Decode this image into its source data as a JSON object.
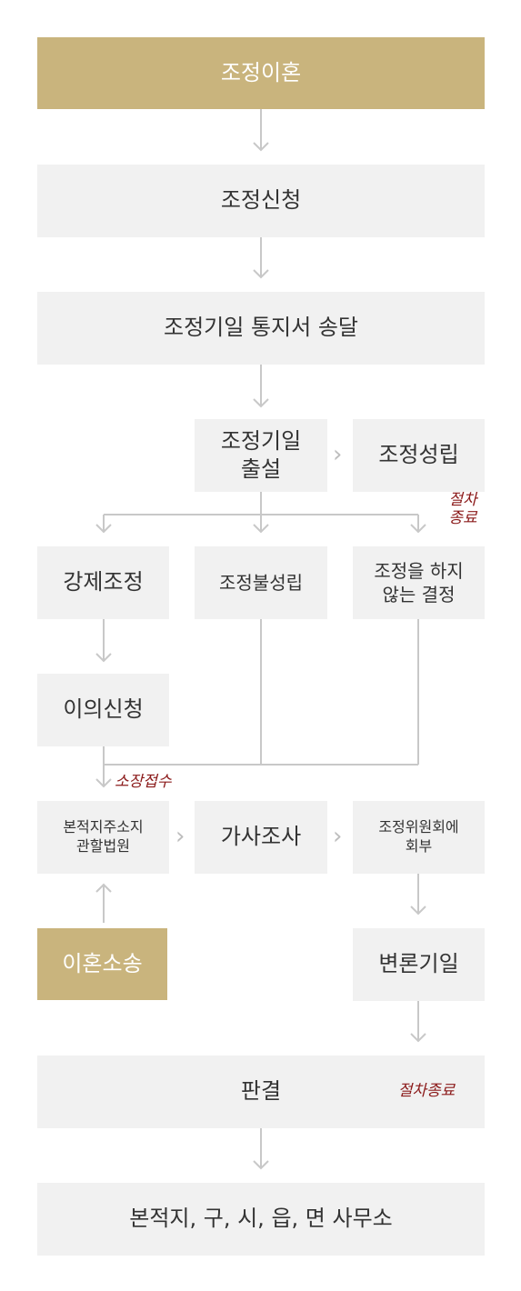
{
  "nodes": {
    "mediation_divorce": "조정이혼",
    "mediation_request": "조정신청",
    "date_notice": "조정기일 통지서 송달",
    "date_attend_line1": "조정기일",
    "date_attend_line2": "출설",
    "mediation_success": "조정성립",
    "forced_mediation": "강제조정",
    "mediation_fail": "조정불성립",
    "no_mediation_line1": "조정을 하지",
    "no_mediation_line2": "않는 결정",
    "objection": "이의신청",
    "court_line1": "본적지주소지",
    "court_line2": "관할법원",
    "family_investigation": "가사조사",
    "committee_line1": "조정위원회에",
    "committee_line2": "회부",
    "divorce_lawsuit": "이혼소송",
    "pleading_date": "변론기일",
    "judgment": "판결",
    "registry_office": "본적지, 구, 시, 읍, 면 사무소"
  },
  "notes": {
    "procedure_end_line1": "절차",
    "procedure_end_line2": "종료",
    "complaint_received": "소장접수",
    "procedure_end_inline": "절차종료"
  },
  "colors": {
    "gold": "#c9b47d",
    "box": "#f1f1f1",
    "text": "#333333",
    "line": "#c8c8c8",
    "note": "#8b1a1a"
  }
}
